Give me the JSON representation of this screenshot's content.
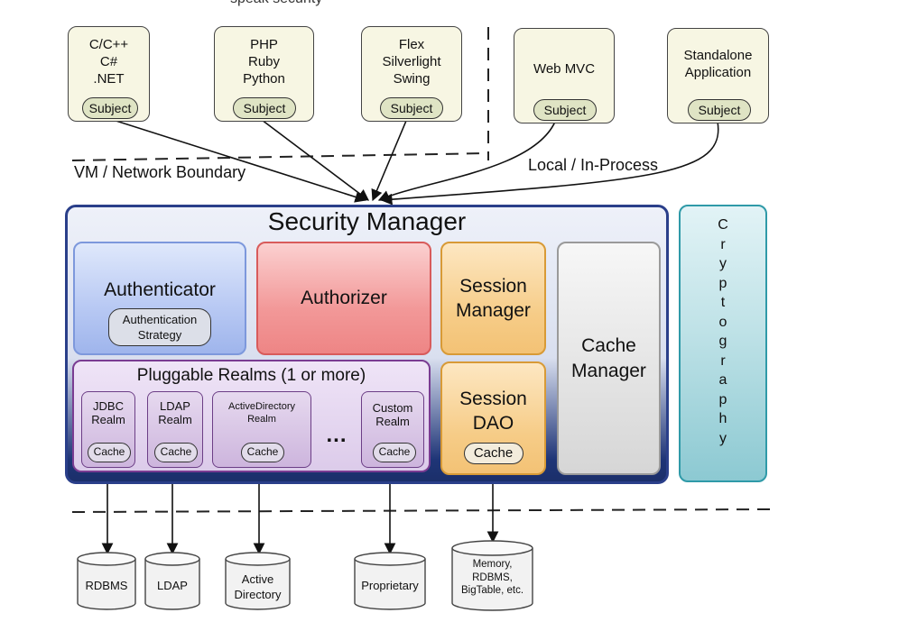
{
  "top_cut_text": "speak security",
  "clients": [
    {
      "lines": [
        "C/C++",
        "C#",
        ".NET"
      ],
      "subject": "Subject"
    },
    {
      "lines": [
        "PHP",
        "Ruby",
        "Python"
      ],
      "subject": "Subject"
    },
    {
      "lines": [
        "Flex",
        "Silverlight",
        "Swing"
      ],
      "subject": "Subject"
    },
    {
      "lines": [
        "Web MVC"
      ],
      "subject": "Subject"
    },
    {
      "lines": [
        "Standalone",
        "Application"
      ],
      "subject": "Subject"
    }
  ],
  "boundary_labels": {
    "vm": "VM / Network Boundary",
    "local": "Local / In-Process"
  },
  "security_manager": {
    "title": "Security Manager",
    "authenticator": "Authenticator",
    "authentication_strategy": [
      "Authentication",
      "Strategy"
    ],
    "authorizer": "Authorizer",
    "session_manager": [
      "Session",
      "Manager"
    ],
    "cache_manager": [
      "Cache",
      "Manager"
    ],
    "pluggable_realms_title": "Pluggable Realms (1 or more)",
    "realms": [
      {
        "lines": [
          "JDBC",
          "Realm"
        ],
        "cache": "Cache"
      },
      {
        "lines": [
          "LDAP",
          "Realm"
        ],
        "cache": "Cache"
      },
      {
        "lines": [
          "ActiveDirectory",
          "Realm"
        ],
        "cache": "Cache"
      },
      {
        "lines": [
          "Custom",
          "Realm"
        ],
        "cache": "Cache"
      }
    ],
    "ellipsis": "...",
    "session_dao": [
      "Session",
      "DAO"
    ],
    "session_dao_cache": "Cache"
  },
  "cryptography": [
    "C",
    "r",
    "y",
    "p",
    "t",
    "o",
    "g",
    "r",
    "a",
    "p",
    "h",
    "y"
  ],
  "data_stores": [
    {
      "lines": [
        "RDBMS"
      ]
    },
    {
      "lines": [
        "LDAP"
      ]
    },
    {
      "lines": [
        "Active",
        "Directory"
      ]
    },
    {
      "lines": [
        "Proprietary"
      ]
    },
    {
      "lines": [
        "Memory,",
        "RDBMS,",
        "BigTable, etc."
      ]
    }
  ],
  "colors": {
    "security_manager_border": "#2a3f8a",
    "authenticator": "#b7c8f3",
    "authorizer": "#f29898",
    "session": "#f6cc87",
    "cache": "#e3e3e3",
    "realms_border": "#7a3c92",
    "cryptography": "#8cc9d2"
  }
}
